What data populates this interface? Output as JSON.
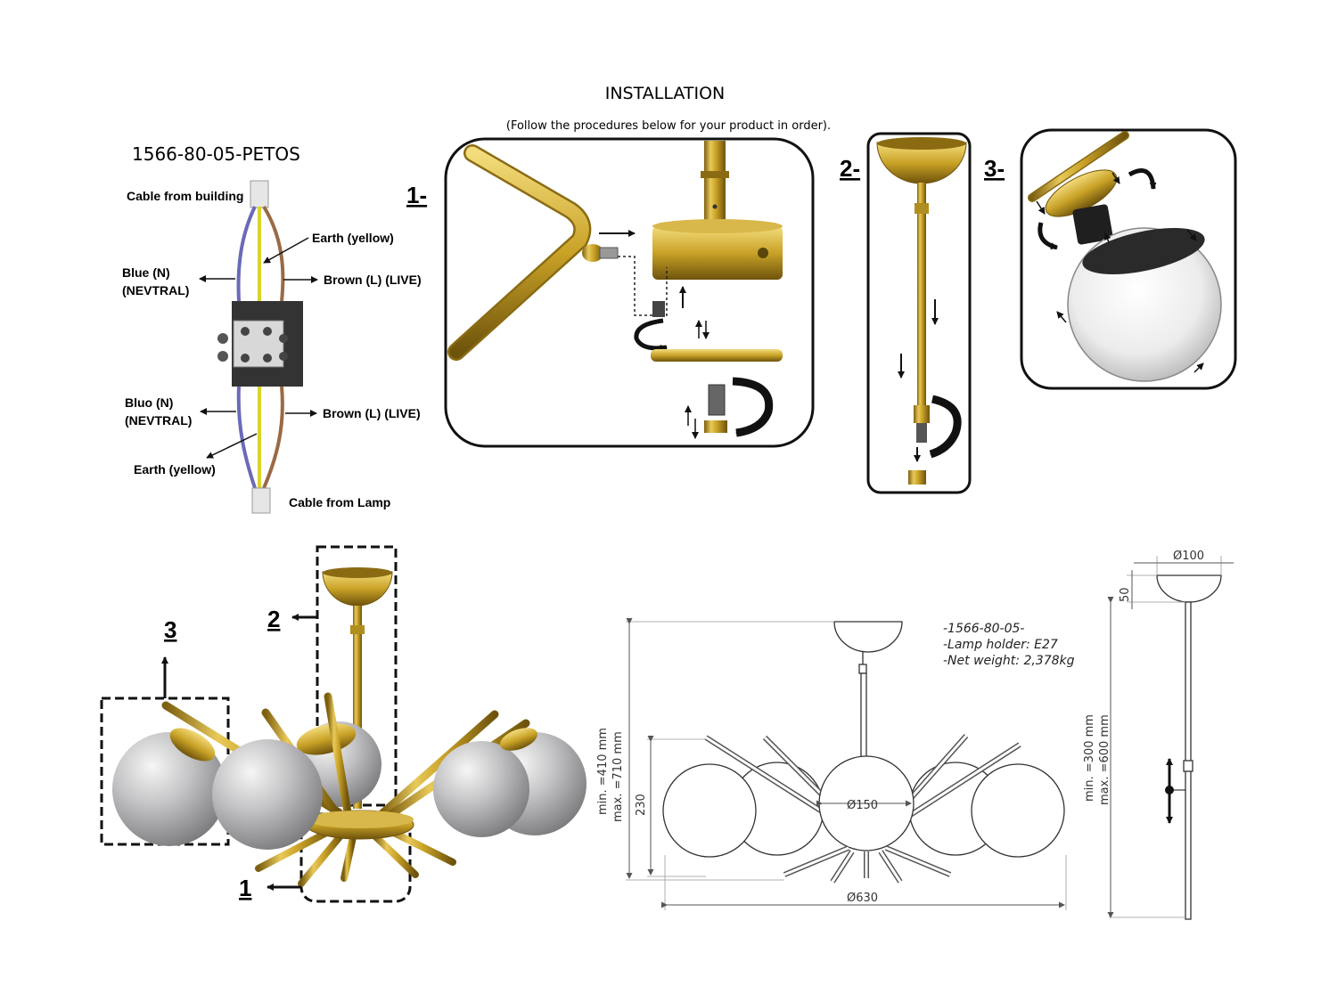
{
  "header": {
    "title": "INSTALLATION",
    "subtitle": "(Follow the procedures below for your product in order)."
  },
  "wiring": {
    "product_code": "1566-80-05-PETOS",
    "cable_from_building": "Cable from building",
    "earth_top": "Earth (yellow)",
    "blue_top_1": "Blue (N)",
    "blue_top_2": "(NEVTRAL)",
    "brown_top": "Brown (L) (LIVE)",
    "blue_bottom_1": "Bluo (N)",
    "blue_bottom_2": "(NEVTRAL)",
    "brown_bottom": "Brown (L) (LIVE)",
    "earth_bottom": "Earth (yellow)",
    "cable_from_lamp": "Cable from Lamp"
  },
  "steps": {
    "step1": "1-",
    "step2": "2-",
    "step3": "3-"
  },
  "callouts": {
    "c1": "1",
    "c2": "2",
    "c3": "3"
  },
  "dimensions": {
    "height_min": "min. =410 mm",
    "height_max": "max. =710 mm",
    "globe_height": "230",
    "globe_diameter": "Ø150",
    "overall_diameter": "Ø630",
    "canopy_diameter": "Ø100",
    "canopy_height": "50",
    "rod_min": "min. =300 mm",
    "rod_max": "max. =600 mm"
  },
  "specs": {
    "line1": "-1566-80-05-",
    "line2": "-Lamp holder: E27",
    "line3": "-Net weight: 2,378kg"
  },
  "colors": {
    "brass": "#c9a227",
    "brass_dark": "#8a6b12",
    "glass": "#b9b9bb",
    "wire_blue": "#6a6ab8",
    "wire_yellow": "#d9d42a",
    "wire_brown": "#9a6a45"
  }
}
